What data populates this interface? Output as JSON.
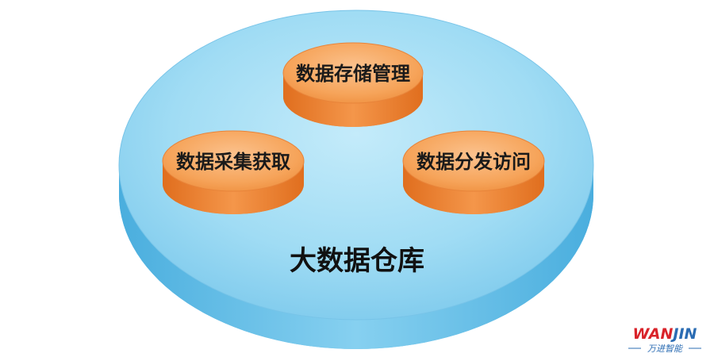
{
  "base": {
    "label": "大数据仓库"
  },
  "modules": [
    {
      "label": "数据存储管理"
    },
    {
      "label": "数据采集获取"
    },
    {
      "label": "数据分发访问"
    }
  ],
  "brand": {
    "name_part1": "WAN",
    "name_part2": "JIN",
    "subtitle": "万进智能"
  },
  "colors": {
    "base_top": "#8fd3f0",
    "base_side": "#5ab8e4",
    "module_top": "#f6a45a",
    "module_side": "#e5782a",
    "brand_red": "#d9232a",
    "brand_blue": "#2b6cb3"
  }
}
